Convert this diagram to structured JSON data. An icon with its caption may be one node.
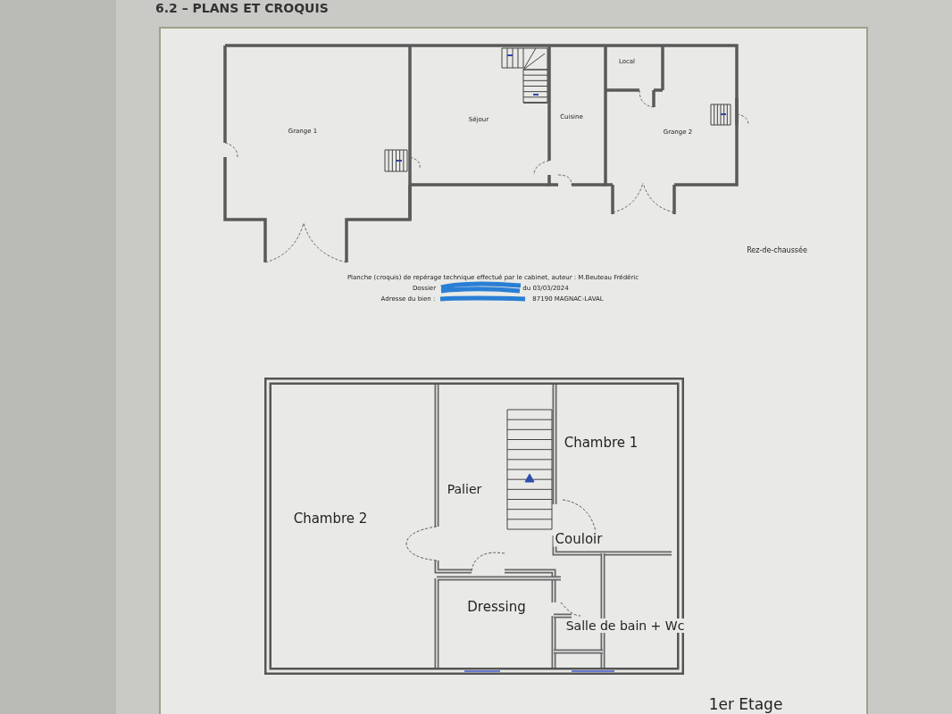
{
  "diagram": {
    "title": "6.2 – PLANS ET CROQUIS",
    "labels": [
      "Grange 1",
      "Séjour",
      "Cuisine",
      "Local",
      "Grange 2",
      "Rez-de-chaussée",
      "Planche (croquis) de repérage technique effectué par le cabinet, auteur : M.Beuteau Frédéric",
      "Dossier",
      "du 03/03/2024",
      "Adresse du bien :",
      "87190 MAGNAC-LAVAL",
      "Chambre 1",
      "Palier",
      "Chambre 2",
      "Couloir",
      "Dressing",
      "Salle de bain + Wc",
      "1er Etage"
    ]
  }
}
